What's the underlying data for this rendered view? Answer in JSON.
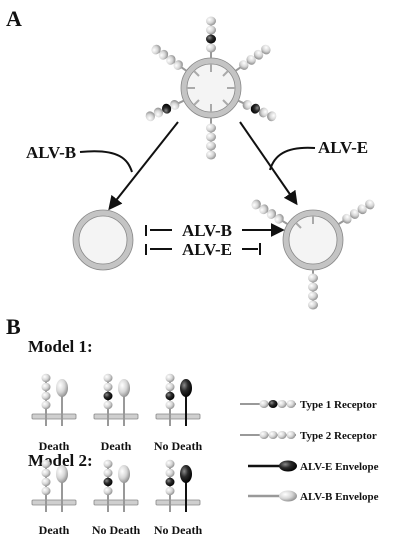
{
  "panels": {
    "a": "A",
    "b": "B"
  },
  "panel_a": {
    "left_virus": "ALV-B",
    "right_virus": "ALV-E",
    "mid_top": "ALV-B",
    "mid_bottom": "ALV-E"
  },
  "panel_b": {
    "model1": {
      "title": "Model 1:",
      "labels": [
        "Death",
        "Death",
        "No Death"
      ]
    },
    "model2": {
      "title": "Model 2:",
      "labels": [
        "Death",
        "No Death",
        "No Death"
      ]
    }
  },
  "legend": [
    {
      "label": "Type 1 Receptor",
      "icon": "type1-receptor-icon"
    },
    {
      "label": "Type 2 Receptor",
      "icon": "type2-receptor-icon"
    },
    {
      "label": "ALV-E Envelope",
      "icon": "alv-e-envelope-icon"
    },
    {
      "label": "ALV-B Envelope",
      "icon": "alv-b-envelope-icon"
    }
  ],
  "colors": {
    "membrane": "#c9c9c9",
    "bead": "#d8d8d8",
    "dark": "#1e1e1e",
    "line": "#111111"
  }
}
